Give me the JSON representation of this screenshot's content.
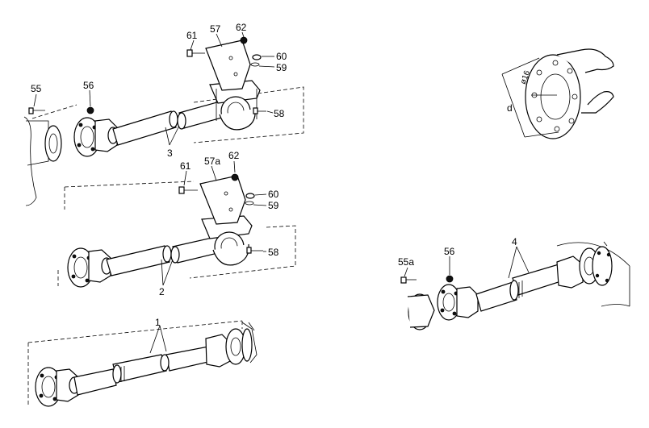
{
  "labels": {
    "l55": "55",
    "l56_top": "56",
    "l57": "57",
    "l61_top": "61",
    "l62_top": "62",
    "l60_top": "60",
    "l59_top": "59",
    "l58_top": "58",
    "l3": "3",
    "l57a": "57a",
    "l61_mid": "61",
    "l62_mid": "62",
    "l60_mid": "60",
    "l59_mid": "59",
    "l58_mid": "58",
    "l2": "2",
    "l1": "1",
    "l55a": "55a",
    "l56_right": "56",
    "l4": "4",
    "l_d": "d",
    "l_phi16": "ø16"
  }
}
